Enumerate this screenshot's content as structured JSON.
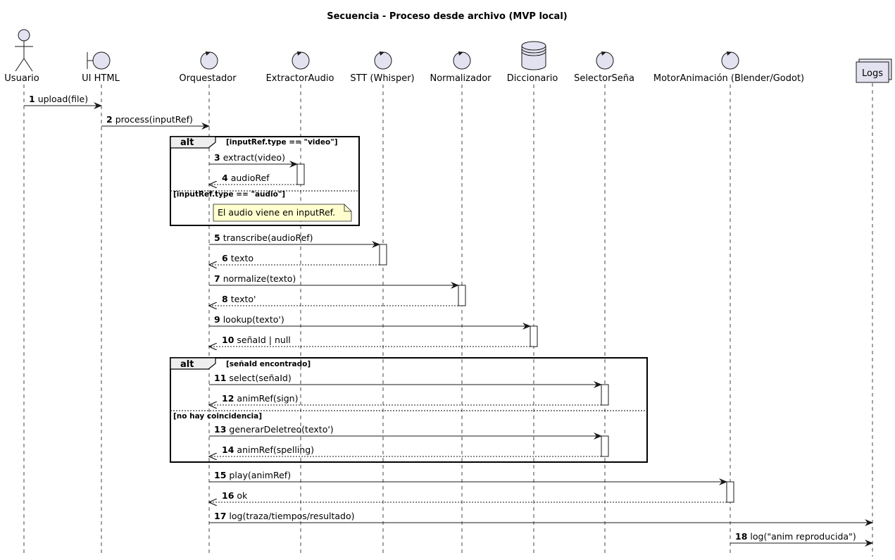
{
  "diagram": {
    "title": "Secuencia - Proceso desde archivo (MVP local)",
    "participants": [
      {
        "id": "usuario",
        "label": "Usuario",
        "kind": "actor"
      },
      {
        "id": "ui",
        "label": "UI HTML",
        "kind": "boundary"
      },
      {
        "id": "orq",
        "label": "Orquestador",
        "kind": "control"
      },
      {
        "id": "extractor",
        "label": "ExtractorAudio",
        "kind": "control"
      },
      {
        "id": "stt",
        "label": "STT (Whisper)",
        "kind": "control"
      },
      {
        "id": "norm",
        "label": "Normalizador",
        "kind": "control"
      },
      {
        "id": "dicc",
        "label": "Diccionario",
        "kind": "database"
      },
      {
        "id": "selector",
        "label": "SelectorSeña",
        "kind": "control"
      },
      {
        "id": "motor",
        "label": "MotorAnimación (Blender/Godot)",
        "kind": "control"
      },
      {
        "id": "logs",
        "label": "Logs",
        "kind": "collections"
      }
    ],
    "messages": [
      {
        "num": "1",
        "text": "upload(file)",
        "from": "usuario",
        "to": "ui",
        "dashed": false
      },
      {
        "num": "2",
        "text": "process(inputRef)",
        "from": "ui",
        "to": "orq",
        "dashed": false
      },
      {
        "num": "3",
        "text": "extract(video)",
        "from": "orq",
        "to": "extractor",
        "dashed": false
      },
      {
        "num": "4",
        "text": "audioRef",
        "from": "extractor",
        "to": "orq",
        "dashed": true
      },
      {
        "num": "5",
        "text": "transcribe(audioRef)",
        "from": "orq",
        "to": "stt",
        "dashed": false
      },
      {
        "num": "6",
        "text": "texto",
        "from": "stt",
        "to": "orq",
        "dashed": true
      },
      {
        "num": "7",
        "text": "normalize(texto)",
        "from": "orq",
        "to": "norm",
        "dashed": false
      },
      {
        "num": "8",
        "text": "texto'",
        "from": "norm",
        "to": "orq",
        "dashed": true
      },
      {
        "num": "9",
        "text": "lookup(texto')",
        "from": "orq",
        "to": "dicc",
        "dashed": false
      },
      {
        "num": "10",
        "text": "señaId | null",
        "from": "dicc",
        "to": "orq",
        "dashed": true
      },
      {
        "num": "11",
        "text": "select(señaId)",
        "from": "orq",
        "to": "selector",
        "dashed": false
      },
      {
        "num": "12",
        "text": "animRef(sign)",
        "from": "selector",
        "to": "orq",
        "dashed": true
      },
      {
        "num": "13",
        "text": "generarDeletreo(texto')",
        "from": "orq",
        "to": "selector",
        "dashed": false
      },
      {
        "num": "14",
        "text": "animRef(spelling)",
        "from": "selector",
        "to": "orq",
        "dashed": true
      },
      {
        "num": "15",
        "text": "play(animRef)",
        "from": "orq",
        "to": "motor",
        "dashed": false
      },
      {
        "num": "16",
        "text": "ok",
        "from": "motor",
        "to": "orq",
        "dashed": true
      },
      {
        "num": "17",
        "text": "log(traza/tiempos/resultado)",
        "from": "orq",
        "to": "logs",
        "dashed": false
      },
      {
        "num": "18",
        "text": "log(\"anim reproducida\")",
        "from": "motor",
        "to": "logs",
        "dashed": false
      }
    ],
    "fragments": [
      {
        "label": "alt",
        "guard1": "[inputRef.type == \"video\"]",
        "guard2": "[inputRef.type == \"audio\"]"
      },
      {
        "label": "alt",
        "guard1": "[señaId encontrado]",
        "guard2": "[no hay coincidencia]"
      }
    ],
    "note": "El audio viene en inputRef.",
    "colors": {
      "participant_fill": "#e2e2f0",
      "participant_stroke": "#181818",
      "note_fill": "#fefece",
      "lifeline": "#181818",
      "background": "#ffffff"
    }
  }
}
